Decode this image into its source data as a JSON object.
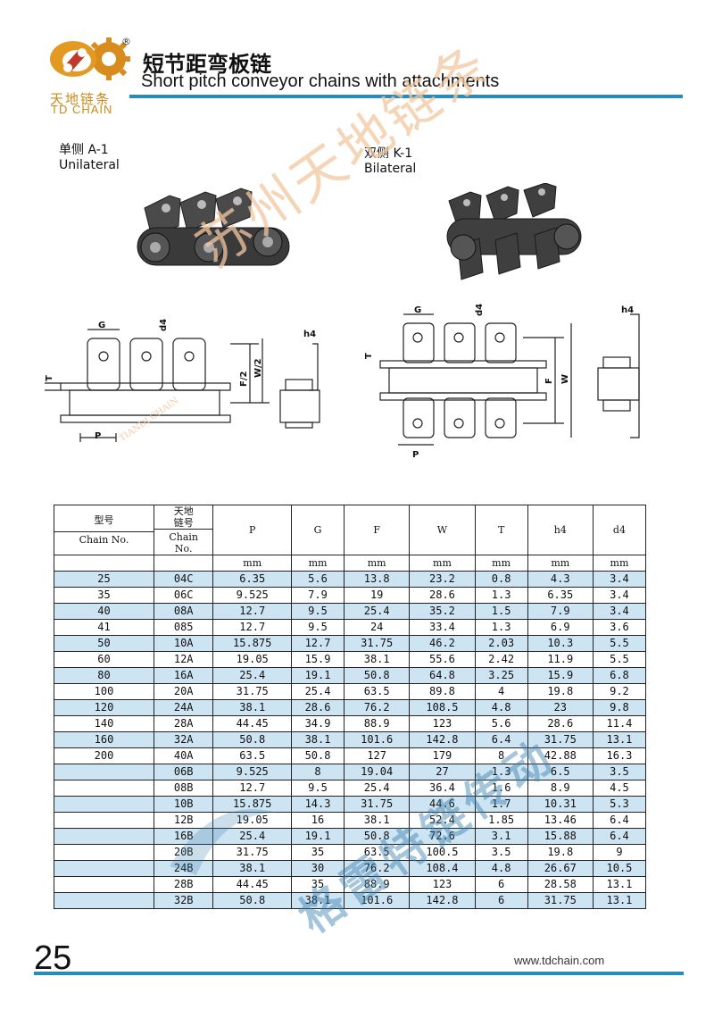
{
  "header": {
    "logo_cn": "天地链条",
    "logo_en": "TD CHAIN",
    "registered": "®",
    "title_cn": "短节距弯板链",
    "title_en": "Short pitch conveyor chains with attachments"
  },
  "sections": {
    "unilateral_cn": "单侧  A-1",
    "unilateral_en": "Unilateral",
    "bilateral_cn": "双侧  K-1",
    "bilateral_en": "Bilateral"
  },
  "dimension_labels": {
    "G": "G",
    "d4": "d4",
    "T": "T",
    "F2": "F/2",
    "W2": "W/2",
    "h4": "h4",
    "P": "P",
    "F": "F",
    "W": "W"
  },
  "watermarks": {
    "diagonal_cn": "苏州天地链条",
    "table_cn": "格雷特链传动",
    "drawing_text": "TIANDI CHAIN"
  },
  "table": {
    "header_row1": [
      "型号",
      "天地\n链号",
      "P",
      "G",
      "F",
      "W",
      "T",
      "h4",
      "d4"
    ],
    "header_row2": [
      "Chain\nNo.",
      "Chain\nNo."
    ],
    "units": [
      "mm",
      "mm",
      "mm",
      "mm",
      "mm",
      "mm",
      "mm"
    ],
    "rows": [
      [
        "25",
        "04C",
        "6.35",
        "5.6",
        "13.8",
        "23.2",
        "0.8",
        "4.3",
        "3.4"
      ],
      [
        "35",
        "06C",
        "9.525",
        "7.9",
        "19",
        "28.6",
        "1.3",
        "6.35",
        "3.4"
      ],
      [
        "40",
        "08A",
        "12.7",
        "9.5",
        "25.4",
        "35.2",
        "1.5",
        "7.9",
        "3.4"
      ],
      [
        "41",
        "085",
        "12.7",
        "9.5",
        "24",
        "33.4",
        "1.3",
        "6.9",
        "3.6"
      ],
      [
        "50",
        "10A",
        "15.875",
        "12.7",
        "31.75",
        "46.2",
        "2.03",
        "10.3",
        "5.5"
      ],
      [
        "60",
        "12A",
        "19.05",
        "15.9",
        "38.1",
        "55.6",
        "2.42",
        "11.9",
        "5.5"
      ],
      [
        "80",
        "16A",
        "25.4",
        "19.1",
        "50.8",
        "64.8",
        "3.25",
        "15.9",
        "6.8"
      ],
      [
        "100",
        "20A",
        "31.75",
        "25.4",
        "63.5",
        "89.8",
        "4",
        "19.8",
        "9.2"
      ],
      [
        "120",
        "24A",
        "38.1",
        "28.6",
        "76.2",
        "108.5",
        "4.8",
        "23",
        "9.8"
      ],
      [
        "140",
        "28A",
        "44.45",
        "34.9",
        "88.9",
        "123",
        "5.6",
        "28.6",
        "11.4"
      ],
      [
        "160",
        "32A",
        "50.8",
        "38.1",
        "101.6",
        "142.8",
        "6.4",
        "31.75",
        "13.1"
      ],
      [
        "200",
        "40A",
        "63.5",
        "50.8",
        "127",
        "179",
        "8",
        "42.88",
        "16.3"
      ],
      [
        "",
        "06B",
        "9.525",
        "8",
        "19.04",
        "27",
        "1.3",
        "6.5",
        "3.5"
      ],
      [
        "",
        "08B",
        "12.7",
        "9.5",
        "25.4",
        "36.4",
        "1.6",
        "8.9",
        "4.5"
      ],
      [
        "",
        "10B",
        "15.875",
        "14.3",
        "31.75",
        "44.6",
        "1.7",
        "10.31",
        "5.3"
      ],
      [
        "",
        "12B",
        "19.05",
        "16",
        "38.1",
        "52.4",
        "1.85",
        "13.46",
        "6.4"
      ],
      [
        "",
        "16B",
        "25.4",
        "19.1",
        "50.8",
        "72.6",
        "3.1",
        "15.88",
        "6.4"
      ],
      [
        "",
        "20B",
        "31.75",
        "35",
        "63.5",
        "100.5",
        "3.5",
        "19.8",
        "9"
      ],
      [
        "",
        "24B",
        "38.1",
        "30",
        "76.2",
        "108.4",
        "4.8",
        "26.67",
        "10.5"
      ],
      [
        "",
        "28B",
        "44.45",
        "35",
        "88.9",
        "123",
        "6",
        "28.58",
        "13.1"
      ],
      [
        "",
        "32B",
        "50.8",
        "38.1",
        "101.6",
        "142.8",
        "6",
        "31.75",
        "13.1"
      ]
    ],
    "blue_rows": [
      0,
      2,
      4,
      6,
      8,
      10,
      12,
      14,
      16,
      18,
      20
    ],
    "row_color": "#cde4f3"
  },
  "footer": {
    "page_number": "25",
    "website": "www.tdchain.com"
  },
  "colors": {
    "accent_blue": "#2a8bb8",
    "logo_gold": "#c98a1a",
    "logo_red": "#c0392b",
    "watermark_orange": "#f2c7a0",
    "watermark_blue": "#3a7fb0"
  }
}
